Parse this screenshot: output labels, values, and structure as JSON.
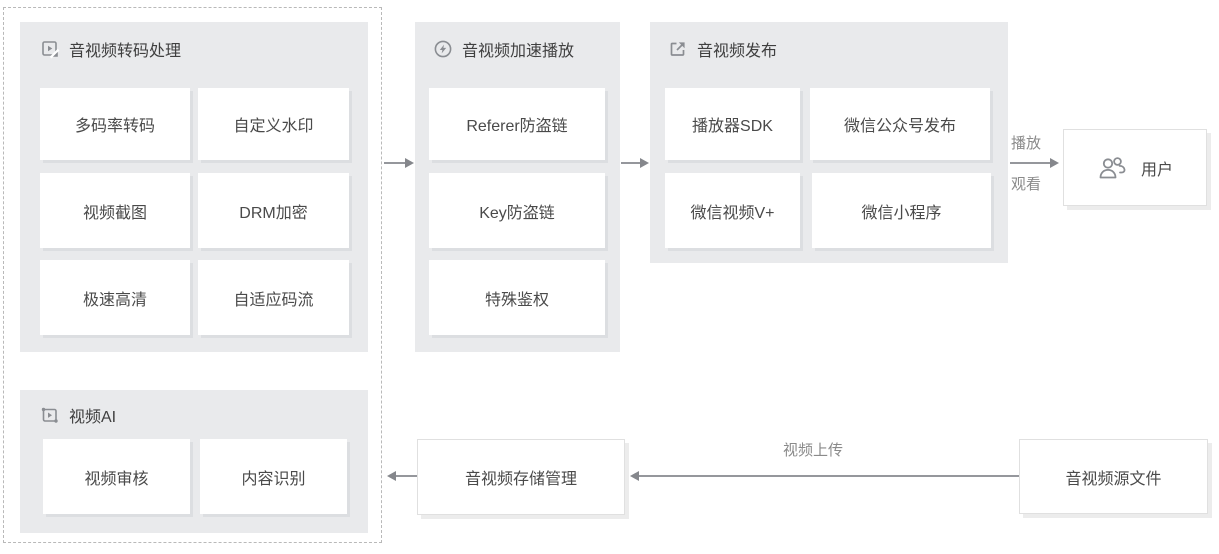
{
  "sections": {
    "transcode": {
      "title": "音视频转码处理",
      "items": [
        "多码率转码",
        "自定义水印",
        "视频截图",
        "DRM加密",
        "极速高清",
        "自适应码流"
      ]
    },
    "video_ai": {
      "title": "视频AI",
      "items": [
        "视频审核",
        "内容识别"
      ]
    },
    "acceleration": {
      "title": "音视频加速播放",
      "items": [
        "Referer防盗链",
        "Key防盗链",
        "特殊鉴权"
      ]
    },
    "publish": {
      "title": "音视频发布",
      "items": [
        "播放器SDK",
        "微信公众号发布",
        "微信视频V+",
        "微信小程序"
      ]
    }
  },
  "nodes": {
    "user": "用户",
    "storage": "音视频存储管理",
    "source": "音视频源文件"
  },
  "arrow_labels": {
    "play": "播放",
    "watch": "观看",
    "upload": "视频上传"
  },
  "icons": {
    "transcode": "video-transcode-icon",
    "video_ai": "video-ai-icon",
    "acceleration": "accelerate-play-icon",
    "publish": "publish-export-icon",
    "user": "users-icon"
  },
  "colors": {
    "section_bg": "#e9eaec",
    "arrow": "#95979c",
    "title_text": "#3f3f3f",
    "item_text": "#4a4a4a",
    "label_text": "#8a8a8a",
    "dashed_border": "#b9b9b9",
    "icon": "#8a8d92"
  }
}
